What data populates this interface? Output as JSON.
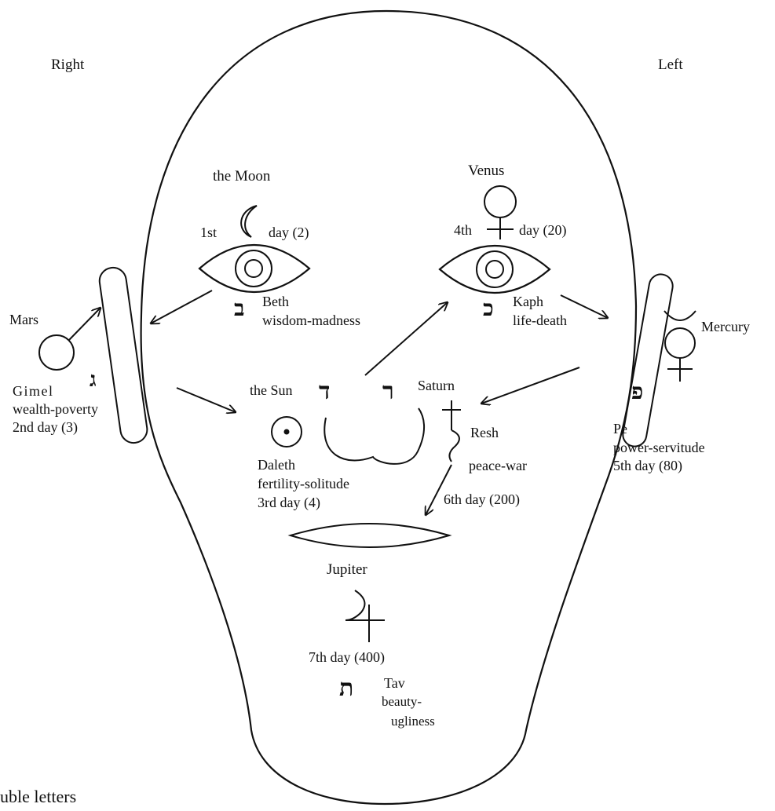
{
  "sides": {
    "right": "Right",
    "left": "Left"
  },
  "moon": {
    "name": "the Moon",
    "ordinal": "1st",
    "day": "day (2)",
    "letter_glyph": "ב",
    "letter": "Beth",
    "pair": "wisdom-madness"
  },
  "venus": {
    "name": "Venus",
    "ordinal": "4th",
    "day": "day (20)",
    "letter_glyph": "כ",
    "letter": "Kaph",
    "pair": "life-death"
  },
  "mars": {
    "name": "Mars",
    "letter_glyph": "ג",
    "letter": "Gimel",
    "pair": "wealth-poverty",
    "day": "2nd day (3)"
  },
  "mercury": {
    "name": "Mercury",
    "letter_glyph": "פ",
    "letter": "Pe",
    "pair": "power-servitude",
    "day": "5th day (80)"
  },
  "sun": {
    "name": "the Sun",
    "letter_glyph": "ד",
    "letter": "Daleth",
    "pair": "fertility-solitude",
    "day": "3rd day (4)"
  },
  "saturn": {
    "name": "Saturn",
    "letter_glyph": "ר",
    "letter": "Resh",
    "pair": "peace-war",
    "day": "6th day (200)"
  },
  "jupiter": {
    "name": "Jupiter",
    "day": "7th day (400)",
    "letter_glyph": "ת",
    "letter": "Tav",
    "pair_line1": "beauty-",
    "pair_line2": "ugliness"
  },
  "caption": "uble letters"
}
